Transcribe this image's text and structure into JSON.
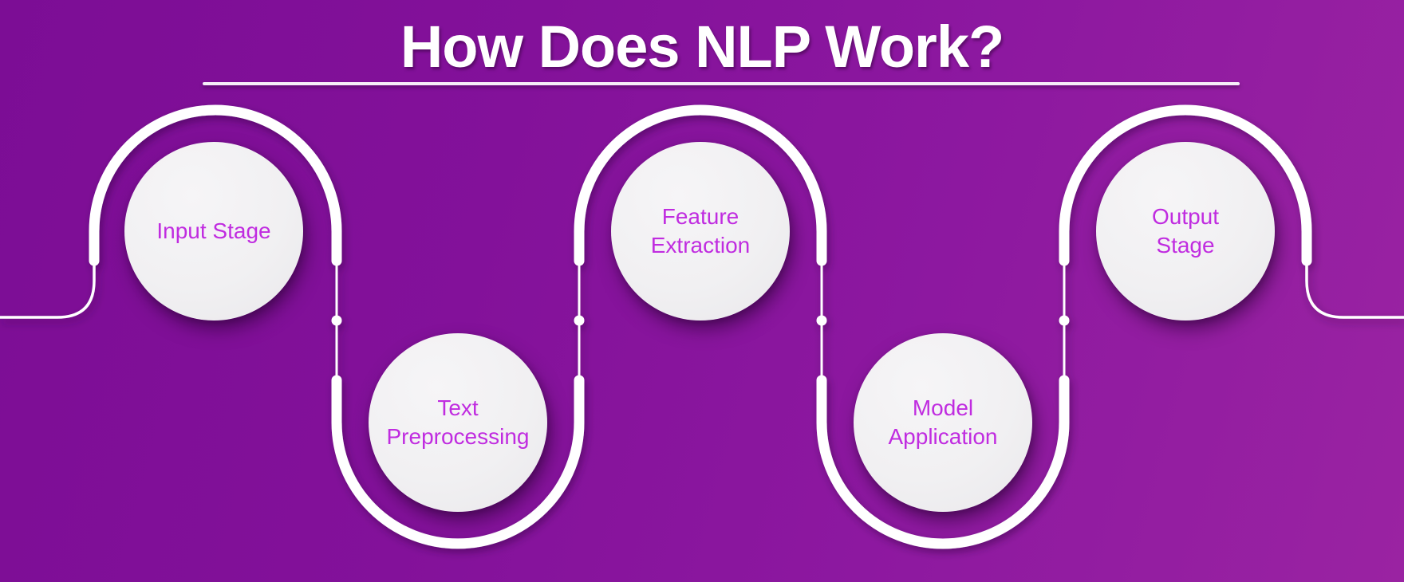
{
  "title": "How Does NLP Work?",
  "stages": [
    {
      "id": "input-stage",
      "label": "Input Stage",
      "row": "top"
    },
    {
      "id": "text-preprocessing",
      "label": "Text\nPreprocessing",
      "row": "bottom"
    },
    {
      "id": "feature-extraction",
      "label": "Feature\nExtraction",
      "row": "top"
    },
    {
      "id": "model-application",
      "label": "Model\nApplication",
      "row": "bottom"
    },
    {
      "id": "output-stage",
      "label": "Output\nStage",
      "row": "top"
    }
  ],
  "colors": {
    "background_gradient_start": "#7c0d95",
    "background_gradient_end": "#9a23a2",
    "circle_fill": "#f1f0f2",
    "stage_text": "#c02ce0",
    "wave": "#ffffff",
    "title_text": "#ffffff",
    "underline": "#f7eef9"
  }
}
